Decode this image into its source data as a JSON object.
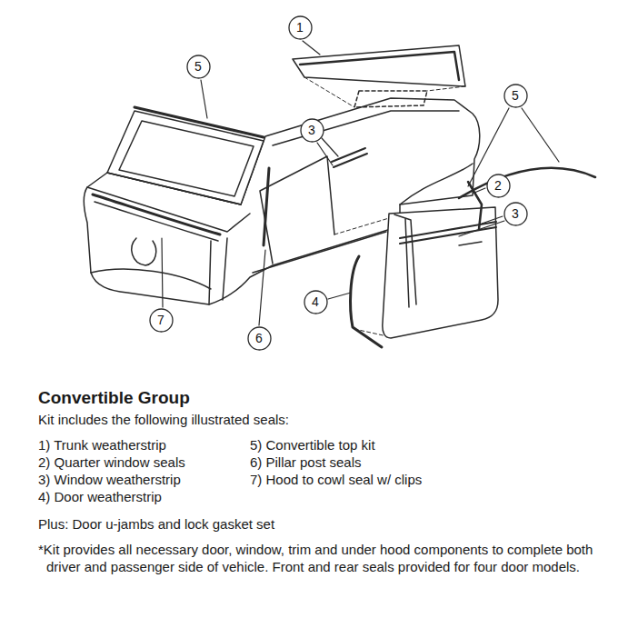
{
  "diagram": {
    "title": "Convertible Group",
    "nodes": [
      {
        "text": [
          "1"
        ]
      },
      {
        "text": [
          "5"
        ]
      },
      {
        "text": [
          "5"
        ]
      },
      {
        "text": [
          "3"
        ]
      },
      {
        "text": [
          "2"
        ]
      },
      {
        "text": [
          "3"
        ]
      },
      {
        "text": [
          "4"
        ]
      },
      {
        "text": [
          "7"
        ]
      },
      {
        "text": [
          "6"
        ]
      }
    ],
    "labels": [
      "Kit includes the following illustrated seals:",
      "1) Trunk weatherstrip",
      "2) Quarter window seals",
      "3) Window weatherstrip",
      "4) Door weatherstrip",
      "5) Convertible top kit",
      "6) Pillar post seals",
      "7) Hood to cowl seal w/ clips",
      "Plus: Door u-jambs and lock gasket set",
      "*Kit provides all necessary door, window, trim and under hood components to complete both driver and passenger side of vehicle. Front and rear seals provided for four door models."
    ]
  }
}
